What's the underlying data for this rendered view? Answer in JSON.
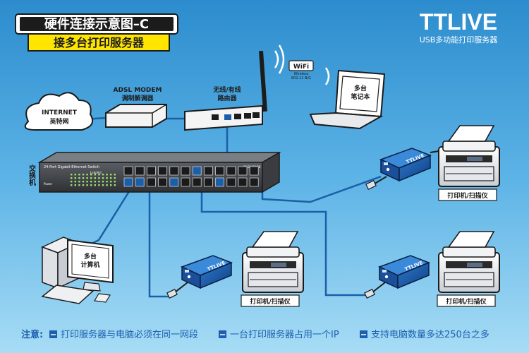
{
  "title": {
    "main": "硬件连接示意图–C",
    "sub": "接多台打印服务器"
  },
  "brand": {
    "logo": "TTLIVE",
    "tagline": "USB多功能打印服务器"
  },
  "nodes": {
    "internet": {
      "line1": "INTERNET",
      "line2": "英特网"
    },
    "modem": {
      "line1": "ADSL MODEM",
      "line2": "调制解调器"
    },
    "router": {
      "line1": "无线/有线",
      "line2": "路由器"
    },
    "wifi": {
      "badge": "WiFi",
      "sub1": "Wireless",
      "sub2": "802.11 B/G"
    },
    "laptop": {
      "line1": "多台",
      "line2": "笔记本"
    },
    "switch": {
      "label": "交换机",
      "model": "24-Port Gigabit Ethernet Switch",
      "link_act": "Link/Act",
      "power": "Power",
      "port_range": "25/26/27/28"
    },
    "computers": {
      "line1": "多台",
      "line2": "计算机"
    },
    "print_server_badge": "TTLIVE",
    "printer_label": "打印机/扫描仪"
  },
  "notes": {
    "prefix": "注意:",
    "items": [
      "打印服务器与电脑必须在同一网段",
      "一台打印服务器占用一个IP",
      "支持电脑数量多达250台之多"
    ]
  },
  "colors": {
    "bg_top": "#2f90cf",
    "bg_bottom": "#8ed0f2",
    "cable": "#1a5fa8",
    "title_yellow": "#ffe500",
    "accent_blue": "#1d5fae"
  }
}
